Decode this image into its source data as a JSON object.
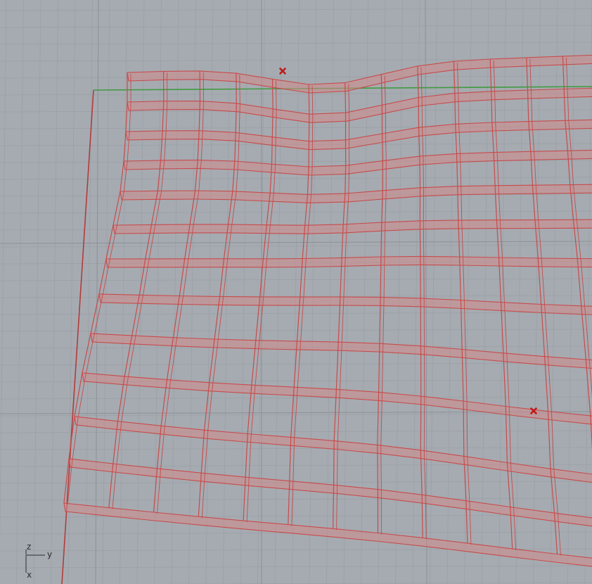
{
  "viewport": {
    "view_type": "perspective-3d",
    "background_color": "#a6abb1",
    "grid_minor_color": "#9aa0a6",
    "grid_major_color": "#8d939a",
    "x_axis_color": "#b33b3b",
    "y_axis_color": "#3f9b3f",
    "mesh": {
      "color": "#c84b4b",
      "fill_color": "#d08b8b",
      "rows": 12,
      "columns": 13
    },
    "control_points": {
      "count": 2,
      "marker_icon": "x-mark-icon",
      "color": "#c01818"
    }
  },
  "axis_widget": {
    "label_z": "z",
    "label_y": "y",
    "label_x": "x"
  }
}
